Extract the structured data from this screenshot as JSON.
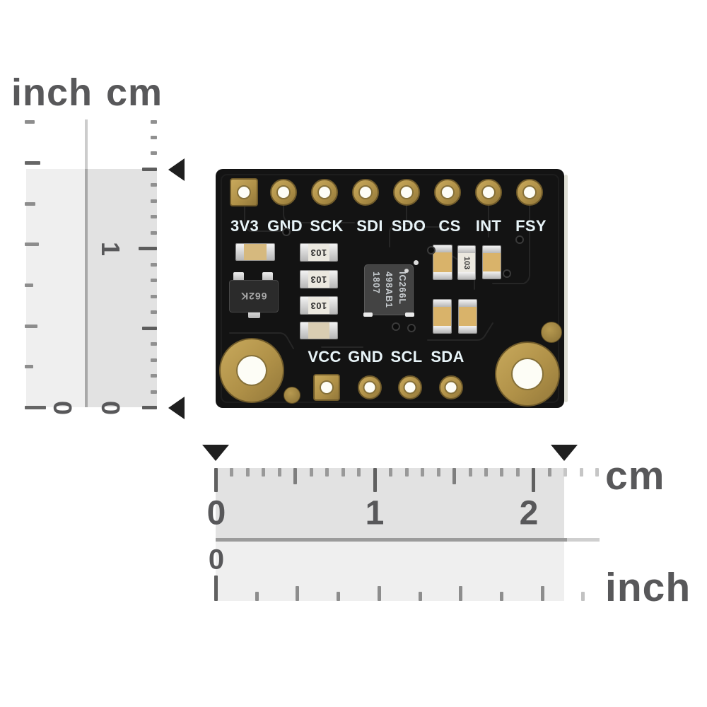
{
  "colors": {
    "background": "#ffffff",
    "ruler_text": "#58585a",
    "tick": "#8d8d8d",
    "band_light": "#efefef",
    "band_mid": "#e2e2e2",
    "marker": "#1f1f1f",
    "pcb": "#131313",
    "gold": "#b09148",
    "gold_dark": "#6f5a2a",
    "hole_white": "#fdfdf6",
    "silkscreen": "#e8f4f8",
    "chip_body": "#434343",
    "chip_text": "#c9ced2",
    "capacitor_tan": "#d9b36a"
  },
  "left_rulers": {
    "inch_unit": "inch",
    "cm_unit": "cm",
    "cm_one": "1",
    "inch_zero": "0",
    "cm_zero": "0"
  },
  "bottom_rulers": {
    "cm_unit": "cm",
    "inch_unit": "inch",
    "cm_marks": [
      "0",
      "1",
      "2"
    ],
    "inch_zero": "0"
  },
  "board": {
    "top_pins": [
      "3V3",
      "GND",
      "SCK",
      "SDI",
      "SDO",
      "CS",
      "INT",
      "FSY"
    ],
    "bottom_pins": [
      "VCC",
      "GND",
      "SCL",
      "SDA"
    ],
    "chip_marking": [
      "IC266L",
      "498AB1",
      "1807"
    ],
    "transistor_marking": "662K",
    "resistor_marking": "103"
  }
}
